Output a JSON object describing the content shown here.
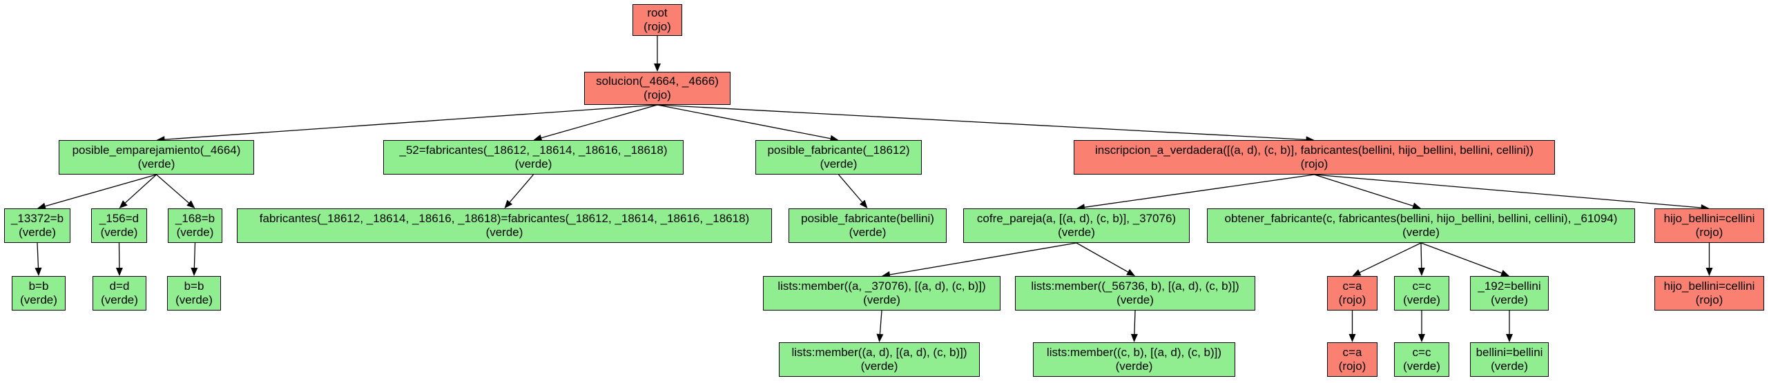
{
  "colors": {
    "verde": "#90ee90",
    "rojo": "#fa8072",
    "edge": "#000000"
  },
  "nodes": {
    "n1": {
      "label": "root",
      "status": "(rojo)",
      "color": "rojo"
    },
    "n2": {
      "label": "solucion(_4664, _4666)",
      "status": "(rojo)",
      "color": "rojo"
    },
    "n3": {
      "label": "posible_emparejamiento(_4664)",
      "status": "(verde)",
      "color": "verde"
    },
    "n4": {
      "label": "_52=fabricantes(_18612, _18614, _18616, _18618)",
      "status": "(verde)",
      "color": "verde"
    },
    "n5": {
      "label": "posible_fabricante(_18612)",
      "status": "(verde)",
      "color": "verde"
    },
    "n6": {
      "label": "inscripcion_a_verdadera([(a, d), (c, b)], fabricantes(bellini, hijo_bellini, bellini, cellini))",
      "status": "(rojo)",
      "color": "rojo"
    },
    "n7": {
      "label": "_13372=b",
      "status": "(verde)",
      "color": "verde"
    },
    "n8": {
      "label": "_156=d",
      "status": "(verde)",
      "color": "verde"
    },
    "n9": {
      "label": "_168=b",
      "status": "(verde)",
      "color": "verde"
    },
    "n10": {
      "label": "fabricantes(_18612, _18614, _18616, _18618)=fabricantes(_18612, _18614, _18616, _18618)",
      "status": "(verde)",
      "color": "verde"
    },
    "n11": {
      "label": "posible_fabricante(bellini)",
      "status": "(verde)",
      "color": "verde"
    },
    "n12": {
      "label": "cofre_pareja(a, [(a, d), (c, b)], _37076)",
      "status": "(verde)",
      "color": "verde"
    },
    "n13": {
      "label": "obtener_fabricante(c, fabricantes(bellini, hijo_bellini, bellini, cellini), _61094)",
      "status": "(verde)",
      "color": "verde"
    },
    "n14": {
      "label": "hijo_bellini=cellini",
      "status": "(rojo)",
      "color": "rojo"
    },
    "n15": {
      "label": "b=b",
      "status": "(verde)",
      "color": "verde"
    },
    "n16": {
      "label": "d=d",
      "status": "(verde)",
      "color": "verde"
    },
    "n17": {
      "label": "b=b",
      "status": "(verde)",
      "color": "verde"
    },
    "n18": {
      "label": "lists:member((a, _37076), [(a, d), (c, b)])",
      "status": "(verde)",
      "color": "verde"
    },
    "n19": {
      "label": "lists:member((_56736, b), [(a, d), (c, b)])",
      "status": "(verde)",
      "color": "verde"
    },
    "n20": {
      "label": "c=a",
      "status": "(rojo)",
      "color": "rojo"
    },
    "n21": {
      "label": "c=c",
      "status": "(verde)",
      "color": "verde"
    },
    "n22": {
      "label": "_192=bellini",
      "status": "(verde)",
      "color": "verde"
    },
    "n23": {
      "label": "hijo_bellini=cellini",
      "status": "(rojo)",
      "color": "rojo"
    },
    "n24": {
      "label": "lists:member((a, d), [(a, d), (c, b)])",
      "status": "(verde)",
      "color": "verde"
    },
    "n25": {
      "label": "lists:member((c, b), [(a, d), (c, b)])",
      "status": "(verde)",
      "color": "verde"
    },
    "n26": {
      "label": "c=a",
      "status": "(rojo)",
      "color": "rojo"
    },
    "n27": {
      "label": "c=c",
      "status": "(verde)",
      "color": "verde"
    },
    "n28": {
      "label": "bellini=bellini",
      "status": "(verde)",
      "color": "verde"
    }
  },
  "edges": [
    [
      "n1",
      "n2"
    ],
    [
      "n2",
      "n3"
    ],
    [
      "n2",
      "n4"
    ],
    [
      "n2",
      "n5"
    ],
    [
      "n2",
      "n6"
    ],
    [
      "n3",
      "n7"
    ],
    [
      "n3",
      "n8"
    ],
    [
      "n3",
      "n9"
    ],
    [
      "n4",
      "n10"
    ],
    [
      "n5",
      "n11"
    ],
    [
      "n6",
      "n12"
    ],
    [
      "n6",
      "n13"
    ],
    [
      "n6",
      "n14"
    ],
    [
      "n7",
      "n15"
    ],
    [
      "n8",
      "n16"
    ],
    [
      "n9",
      "n17"
    ],
    [
      "n12",
      "n18"
    ],
    [
      "n12",
      "n19"
    ],
    [
      "n13",
      "n20"
    ],
    [
      "n13",
      "n21"
    ],
    [
      "n13",
      "n22"
    ],
    [
      "n14",
      "n23"
    ],
    [
      "n18",
      "n24"
    ],
    [
      "n19",
      "n25"
    ],
    [
      "n20",
      "n26"
    ],
    [
      "n21",
      "n27"
    ],
    [
      "n22",
      "n28"
    ]
  ]
}
